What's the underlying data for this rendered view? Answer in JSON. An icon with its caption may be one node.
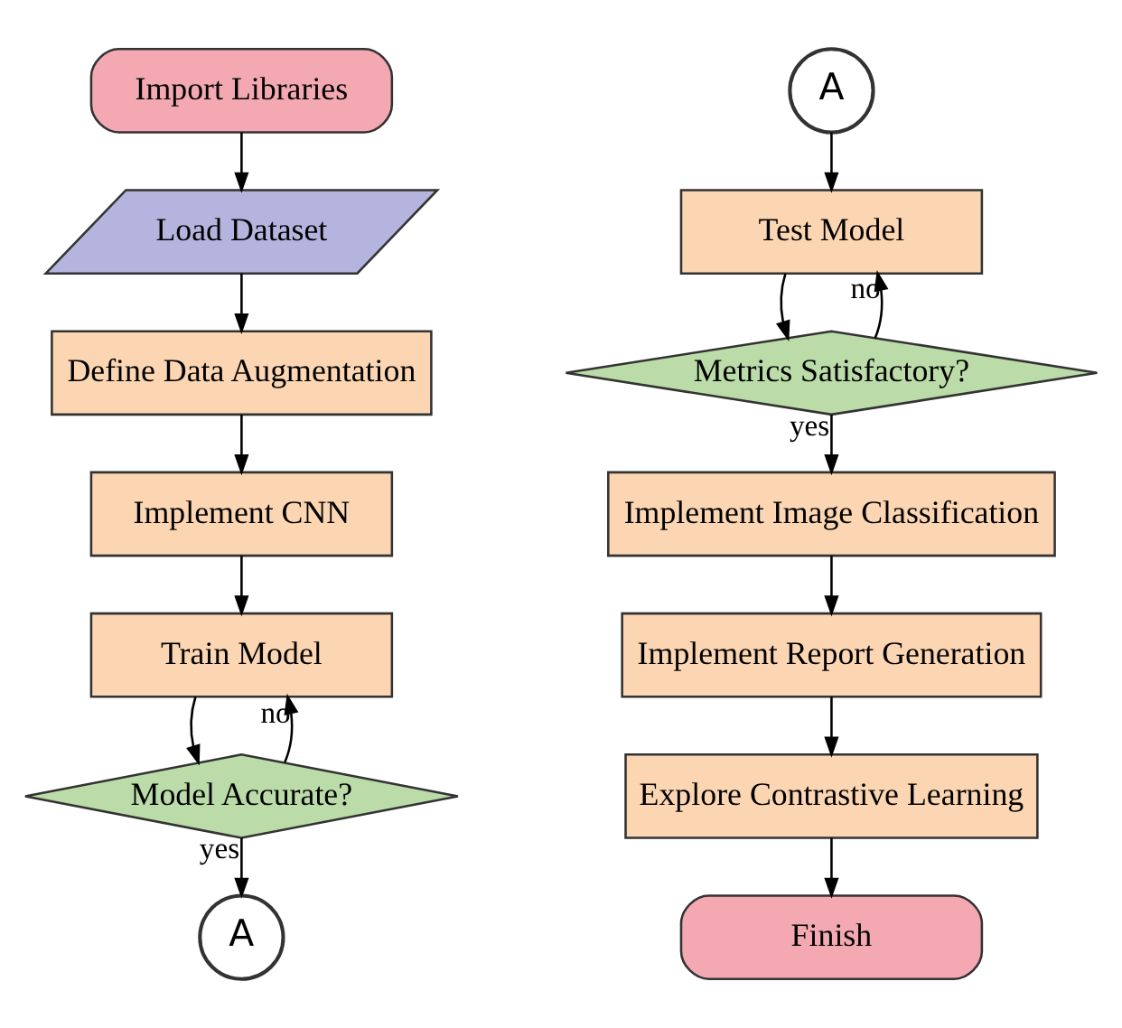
{
  "diagram": {
    "nodes": [
      {
        "text": [
          "Import Libraries"
        ]
      },
      {
        "text": [
          "Load Dataset"
        ]
      },
      {
        "text": [
          "Define Data Augmentation"
        ]
      },
      {
        "text": [
          "Implement CNN"
        ]
      },
      {
        "text": [
          "Train Model"
        ]
      },
      {
        "text": [
          "Model Accurate?"
        ]
      },
      {
        "text": [
          "A"
        ]
      },
      {
        "text": [
          "A"
        ]
      },
      {
        "text": [
          "Test Model"
        ]
      },
      {
        "text": [
          "Metrics Satisfactory?"
        ]
      },
      {
        "text": [
          "Implement Image Classification"
        ]
      },
      {
        "text": [
          "Implement Report Generation"
        ]
      },
      {
        "text": [
          "Explore Contrastive Learning"
        ]
      },
      {
        "text": [
          "Finish"
        ]
      }
    ],
    "edges": [
      {
        "from": 0,
        "to": 1,
        "arrow": "to"
      },
      {
        "from": 1,
        "to": 2,
        "arrow": "to"
      },
      {
        "from": 2,
        "to": 3,
        "arrow": "to"
      },
      {
        "from": 3,
        "to": 4,
        "arrow": "to"
      },
      {
        "from": 4,
        "to": 5,
        "arrow": "to"
      },
      {
        "from": 5,
        "to": 4,
        "arrow": "to",
        "label": "no"
      },
      {
        "from": 5,
        "to": 6,
        "arrow": "to",
        "label": "yes"
      },
      {
        "from": 7,
        "to": 8,
        "arrow": "to"
      },
      {
        "from": 8,
        "to": 9,
        "arrow": "to"
      },
      {
        "from": 9,
        "to": 8,
        "arrow": "to",
        "label": "no"
      },
      {
        "from": 9,
        "to": 10,
        "arrow": "to",
        "label": "yes"
      },
      {
        "from": 10,
        "to": 11,
        "arrow": "to"
      },
      {
        "from": 11,
        "to": 12,
        "arrow": "to"
      },
      {
        "from": 12,
        "to": 13,
        "arrow": "to"
      }
    ]
  }
}
